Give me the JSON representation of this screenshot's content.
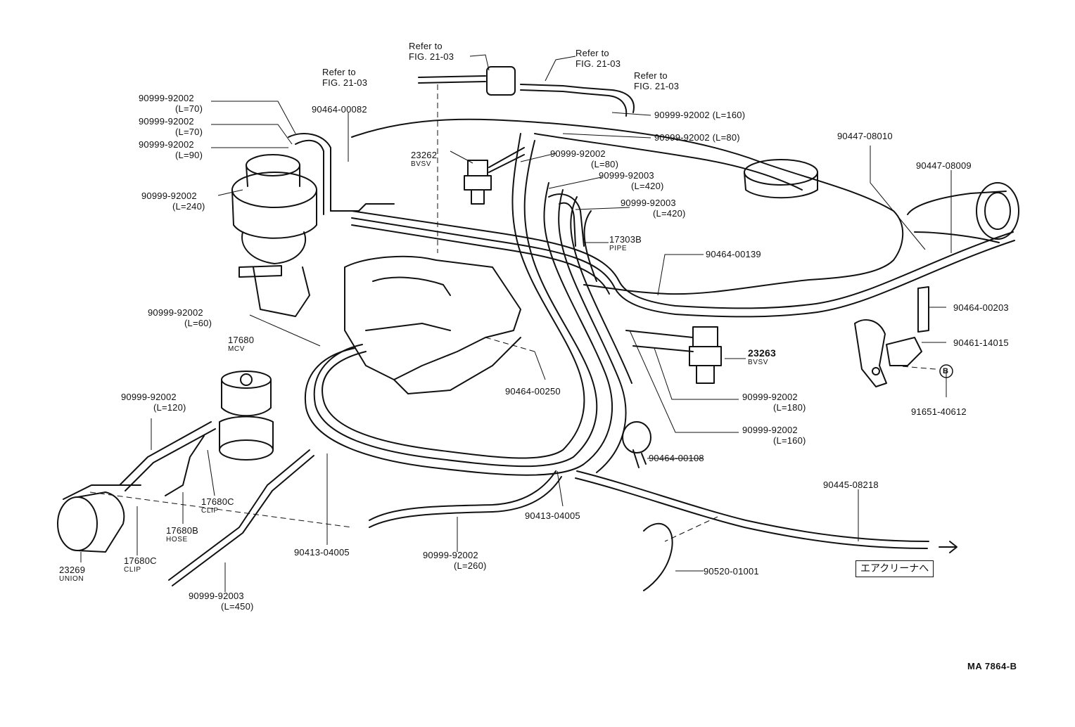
{
  "labels": {
    "refer_a": {
      "line1": "Refer to",
      "line2": "FIG. 21-03"
    },
    "refer_b": {
      "line1": "Refer to",
      "line2": "FIG. 21-03"
    },
    "refer_c": {
      "line1": "Refer to",
      "line2": "FIG. 21-03"
    },
    "refer_d": {
      "line1": "Refer to",
      "line2": "FIG. 21-03"
    },
    "hose_70a": {
      "part": "90999-92002",
      "spec": "(L=70)"
    },
    "hose_70b": {
      "part": "90999-92002",
      "spec": "(L=70)"
    },
    "hose_90": {
      "part": "90999-92002",
      "spec": "(L=90)"
    },
    "hose_240": {
      "part": "90999-92002",
      "spec": "(L=240)"
    },
    "clamp_82": {
      "part": "90464-00082"
    },
    "bvsv_23262": {
      "part": "23262",
      "name": "BVSV"
    },
    "hose_160_top": {
      "part": "90999-92002",
      "spec": "(L=160)"
    },
    "hose_80a": {
      "part": "90999-92002",
      "spec": "(L=80)"
    },
    "hose_80b": {
      "part": "90999-92002",
      "spec": "(L=80)"
    },
    "hose_420a": {
      "part": "90999-92003",
      "spec": "(L=420)"
    },
    "hose_420b": {
      "part": "90999-92003",
      "spec": "(L=420)"
    },
    "pipe_17303b": {
      "part": "17303B",
      "name": "PIPE"
    },
    "clamp_139": {
      "part": "90464-00139"
    },
    "clamp_08010": {
      "part": "90447-08010"
    },
    "clamp_08009": {
      "part": "90447-08009"
    },
    "clamp_203": {
      "part": "90464-00203"
    },
    "bracket_14015": {
      "part": "90461-14015"
    },
    "bolt_40612": {
      "part": "91651-40612"
    },
    "bvsv_23263": {
      "part": "23263",
      "name": "BVSV"
    },
    "hose_180": {
      "part": "90999-92002",
      "spec": "(L=180)"
    },
    "hose_160_right": {
      "part": "90999-92002",
      "spec": "(L=160)"
    },
    "clamp_108": {
      "part": "90464-00108"
    },
    "hose_08218": {
      "part": "90445-08218"
    },
    "clip_01001": {
      "part": "90520-01001"
    },
    "jp_box": "エアクリーナへ",
    "hose_60": {
      "part": "90999-92002",
      "spec": "(L=60)"
    },
    "mcv_17680": {
      "part": "17680",
      "name": "MCV"
    },
    "clamp_250": {
      "part": "90464-00250"
    },
    "hose_120": {
      "part": "90999-92002",
      "spec": "(L=120)"
    },
    "clip_17680c_a": {
      "part": "17680C",
      "name": "CLIP"
    },
    "hose_17680b": {
      "part": "17680B",
      "name": "HOSE"
    },
    "clip_17680c_b": {
      "part": "17680C",
      "name": "CLIP"
    },
    "union_23269": {
      "part": "23269",
      "name": "UNION"
    },
    "joint_04005_a": {
      "part": "90413-04005"
    },
    "joint_04005_b": {
      "part": "90413-04005"
    },
    "hose_260": {
      "part": "90999-92002",
      "spec": "(L=260)"
    },
    "hose_450": {
      "part": "90999-92003",
      "spec": "(L=450)"
    },
    "drawing_code": "MA 7864-B",
    "bolt_marker": "B"
  }
}
